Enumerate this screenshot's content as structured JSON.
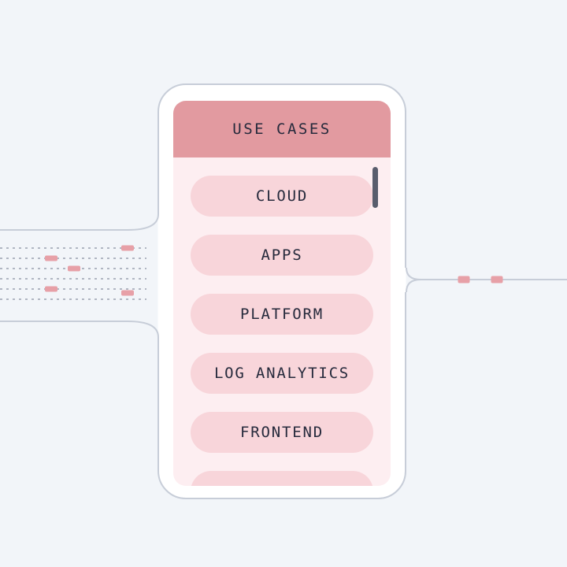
{
  "panel": {
    "title": "USE CASES",
    "use_cases": [
      "CLOUD",
      "APPS",
      "PLATFORM",
      "LOG ANALYTICS",
      "FRONTEND"
    ],
    "partial_item_visible": true,
    "scrollbar_visible": true
  },
  "flow": {
    "left_lane_count": 6,
    "left_packet_count": 5,
    "right_packet_count": 2
  },
  "colors": {
    "background": "#f2f5f9",
    "panel_fill": "#ffffff",
    "panel_border": "#c7cdd8",
    "header_fill": "#e29aa0",
    "list_fill": "#fdeef1",
    "pill_fill": "#f8d5da",
    "text": "#262a3c",
    "scrollbar": "#595d6d",
    "packet": "#e7a0a7",
    "dash_line": "#9aa2af"
  }
}
